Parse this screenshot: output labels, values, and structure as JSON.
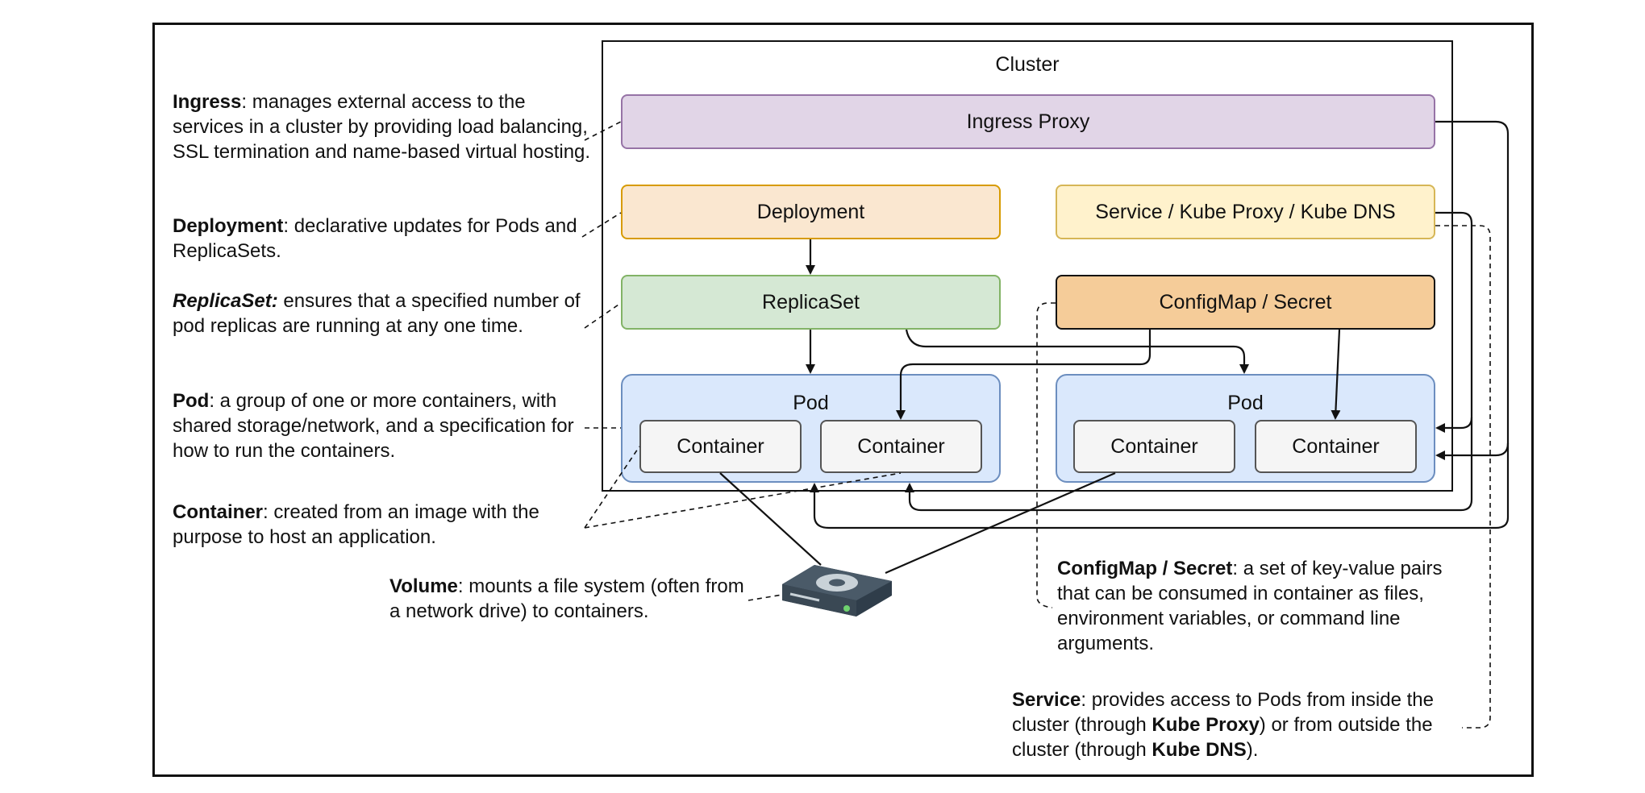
{
  "cluster": {
    "title": "Cluster"
  },
  "components": {
    "ingress_proxy": "Ingress Proxy",
    "deployment": "Deployment",
    "service": "Service / Kube Proxy / Kube DNS",
    "replicaset": "ReplicaSet",
    "configmap": "ConfigMap / Secret",
    "pod1": "Pod",
    "pod2": "Pod",
    "container": "Container"
  },
  "descriptions": {
    "ingress": {
      "term": "Ingress",
      "text": ": manages external access to the services in a cluster by providing load balancing, SSL termination and name-based virtual hosting."
    },
    "deployment": {
      "term": "Deployment",
      "text": ": declarative updates for Pods and ReplicaSets."
    },
    "replicaset": {
      "term": "ReplicaSet:",
      "text": " ensures that a specified number of pod replicas are running at any one time."
    },
    "pod": {
      "term": "Pod",
      "text": ": a group of one or more containers, with shared storage/network, and a specification for how to run the containers."
    },
    "container": {
      "term": "Container",
      "text": ": created from an image with the purpose to host an application."
    },
    "volume": {
      "term": "Volume",
      "text": ": mounts a file system (often from a network drive) to containers."
    },
    "configmap": {
      "term": "ConfigMap / Secret",
      "text": ": a set of key-value pairs that can be consumed in container as files, environment variables, or command line arguments."
    },
    "service": {
      "term": "Service",
      "text1": ": provides access to Pods from inside the cluster (through ",
      "term2": "Kube Proxy",
      "text2": ") or from outside the cluster (through ",
      "term3": "Kube DNS",
      "text3": ")."
    }
  },
  "icons": {
    "volume": "disk-drive-icon"
  },
  "colors": {
    "ingress_fill": "#e1d5e7",
    "deployment_fill": "#fae7d0",
    "service_fill": "#fff2cc",
    "replicaset_fill": "#d5e8d4",
    "configmap_fill": "#f5cc99",
    "pod_fill": "#dae8fc",
    "container_fill": "#f5f5f5"
  }
}
